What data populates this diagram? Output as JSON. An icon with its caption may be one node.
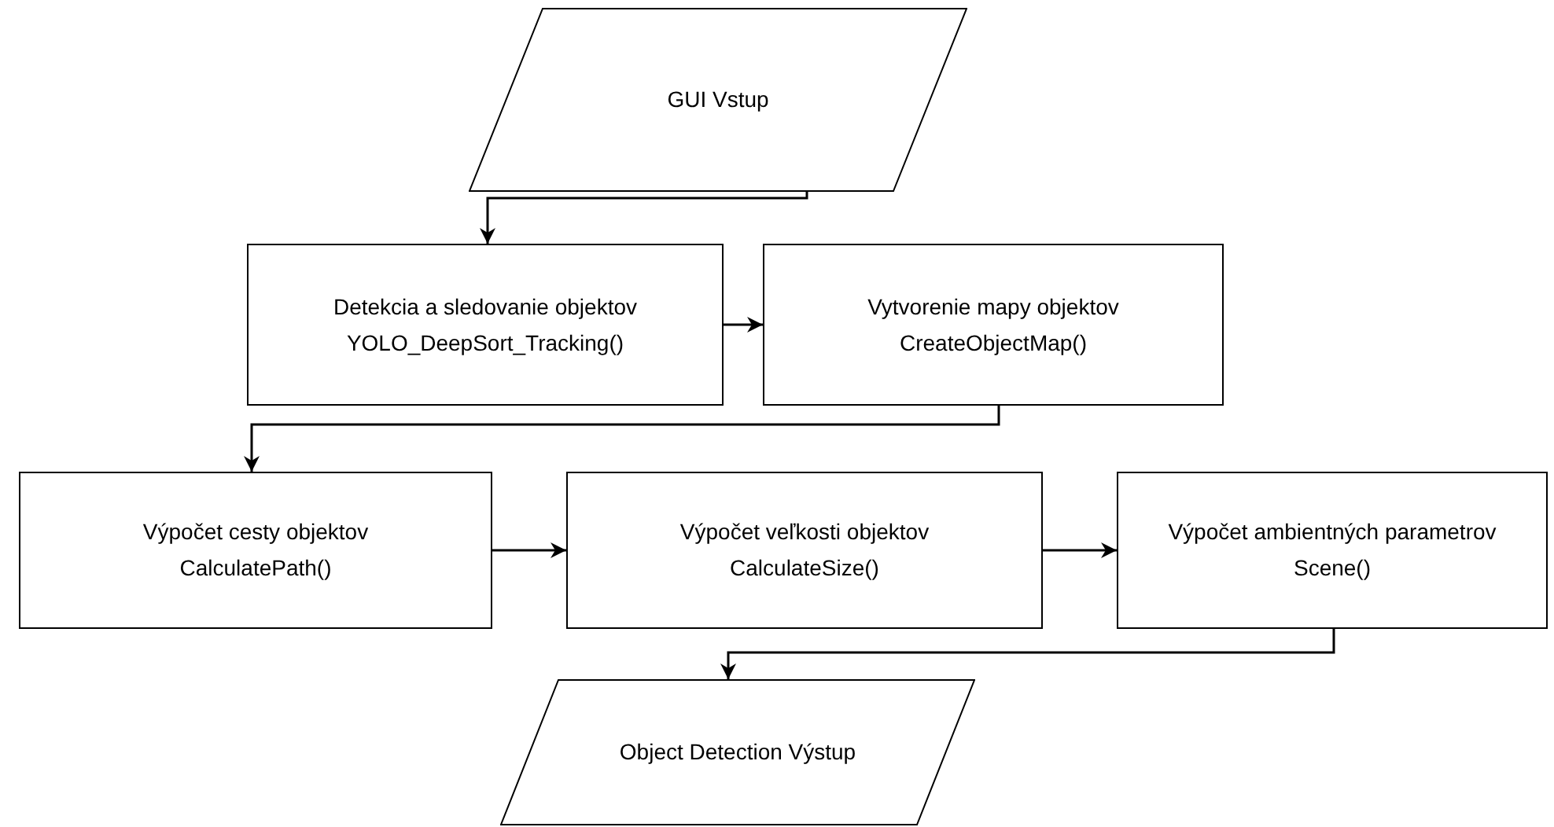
{
  "diagram": {
    "nodes": [
      {
        "text": [
          "GUI Vstup"
        ]
      },
      {
        "text": [
          "Detekcia a sledovanie objektov",
          "YOLO_DeepSort_Tracking()"
        ]
      },
      {
        "text": [
          "Vytvorenie mapy objektov",
          "CreateObjectMap()"
        ]
      },
      {
        "text": [
          "Výpočet cesty objektov",
          "CalculatePath()"
        ]
      },
      {
        "text": [
          "Výpočet veľkosti objektov",
          "CalculateSize()"
        ]
      },
      {
        "text": [
          "Výpočet ambientných parametrov",
          "Scene()"
        ]
      },
      {
        "text": [
          "Object Detection Výstup"
        ]
      }
    ],
    "edges": [
      {
        "from": 0,
        "to": 1,
        "arrow": "to"
      },
      {
        "from": 1,
        "to": 2,
        "arrow": "to"
      },
      {
        "from": 2,
        "to": 3,
        "arrow": "to"
      },
      {
        "from": 3,
        "to": 4,
        "arrow": "to"
      },
      {
        "from": 4,
        "to": 5,
        "arrow": "to"
      },
      {
        "from": 5,
        "to": 6,
        "arrow": "to"
      }
    ]
  }
}
